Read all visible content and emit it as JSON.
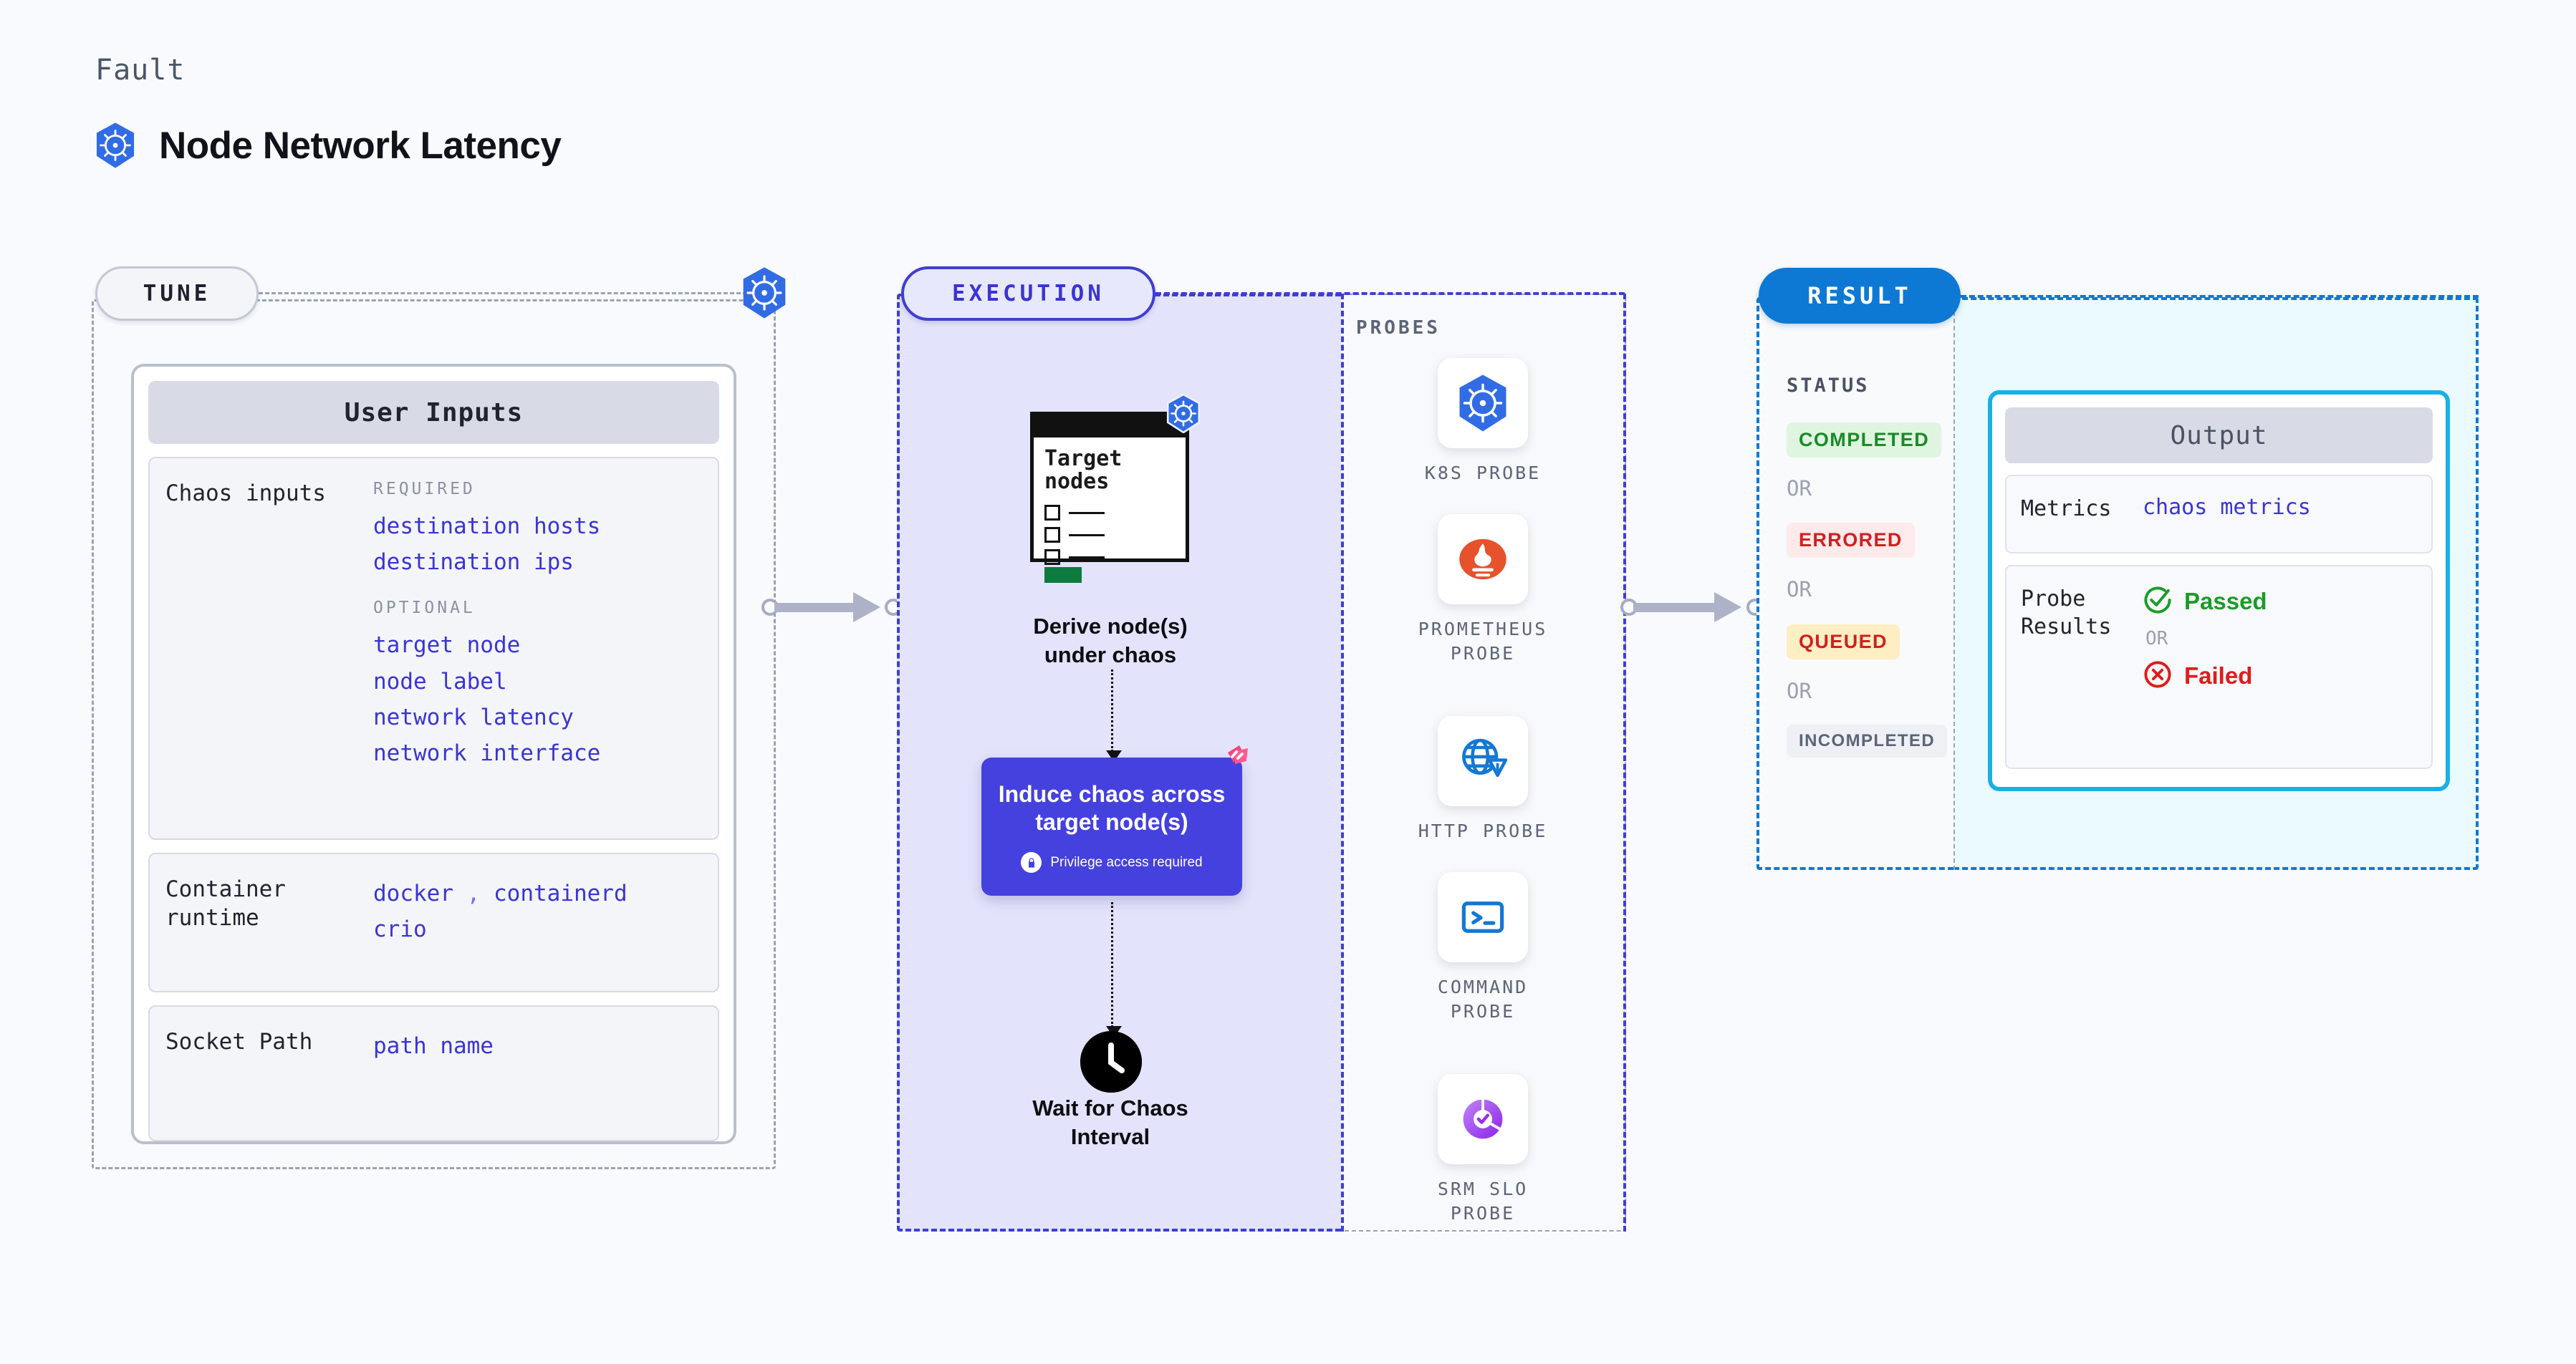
{
  "header": {
    "eyebrow": "Fault",
    "title": "Node Network Latency",
    "logo_icon": "kubernetes-icon"
  },
  "tune": {
    "pill_label": "TUNE",
    "badge_icon": "kubernetes-icon",
    "card_title": "User Inputs",
    "sections": [
      {
        "label": "Chaos inputs",
        "groups": [
          {
            "title": "REQUIRED",
            "values": [
              "destination hosts",
              "destination ips"
            ]
          },
          {
            "title": "OPTIONAL",
            "values": [
              "target node",
              "node label",
              "network latency",
              "network interface"
            ]
          }
        ]
      },
      {
        "label": "Container runtime",
        "values_line1": "docker",
        "values_comma": ",",
        "values_line1b": "containerd",
        "values_line2": "crio"
      },
      {
        "label": "Socket Path",
        "value": "path name"
      }
    ]
  },
  "execution": {
    "pill_label": "EXECUTION",
    "illustration": {
      "title_line1": "Target",
      "title_line2": "nodes",
      "badge_icon": "kubernetes-icon"
    },
    "step1_label": "Derive node(s)\nunder chaos",
    "step1_line1": "Derive node(s)",
    "step1_line2": "under chaos",
    "chaos_box": {
      "title_line1": "Induce chaos across",
      "title_line2": "target node(s)",
      "note": "Privilege access required",
      "note_icon": "lock-icon",
      "brand_icon": "harness-icon",
      "color": "#4541de"
    },
    "step3_line1": "Wait for Chaos",
    "step3_line2": "Interval",
    "step3_icon": "clock-icon"
  },
  "probes": {
    "heading": "PROBES",
    "items": [
      {
        "name": "K8S PROBE",
        "icon": "kubernetes-icon"
      },
      {
        "name": "PROMETHEUS PROBE",
        "name_line1": "PROMETHEUS",
        "name_line2": "PROBE",
        "icon": "prometheus-icon"
      },
      {
        "name": "HTTP PROBE",
        "icon": "globe-warning-icon"
      },
      {
        "name": "COMMAND PROBE",
        "name_line1": "COMMAND",
        "name_line2": "PROBE",
        "icon": "terminal-icon"
      },
      {
        "name": "SRM SLO PROBE",
        "name_line1": "SRM SLO",
        "name_line2": "PROBE",
        "icon": "slo-donut-icon"
      }
    ]
  },
  "result": {
    "pill_label": "RESULT",
    "status_heading": "STATUS",
    "or_label": "OR",
    "statuses": [
      {
        "label": "COMPLETED",
        "color": "#1a8a28",
        "bg": "#dff5e0"
      },
      {
        "label": "ERRORED",
        "color": "#cf2020",
        "bg": "#fdeaea"
      },
      {
        "label": "QUEUED",
        "color": "#cf2020",
        "bg": "#fdeec4"
      },
      {
        "label": "INCOMPLETED",
        "color": "#5c6478",
        "bg": "#eef0f5"
      }
    ],
    "output": {
      "title": "Output",
      "metrics_label": "Metrics",
      "metrics_value": "chaos metrics",
      "probe_results_label": "Probe Results",
      "probe_results_label_line1": "Probe",
      "probe_results_label_line2": "Results",
      "passed_label": "Passed",
      "passed_icon": "check-circle-icon",
      "passed_color": "#1a9c28",
      "or_label": "OR",
      "failed_label": "Failed",
      "failed_icon": "x-circle-icon",
      "failed_color": "#e01b1b"
    }
  },
  "connectors": {
    "arrow1_icon": "arrow-right-icon",
    "arrow2_icon": "arrow-right-icon"
  }
}
